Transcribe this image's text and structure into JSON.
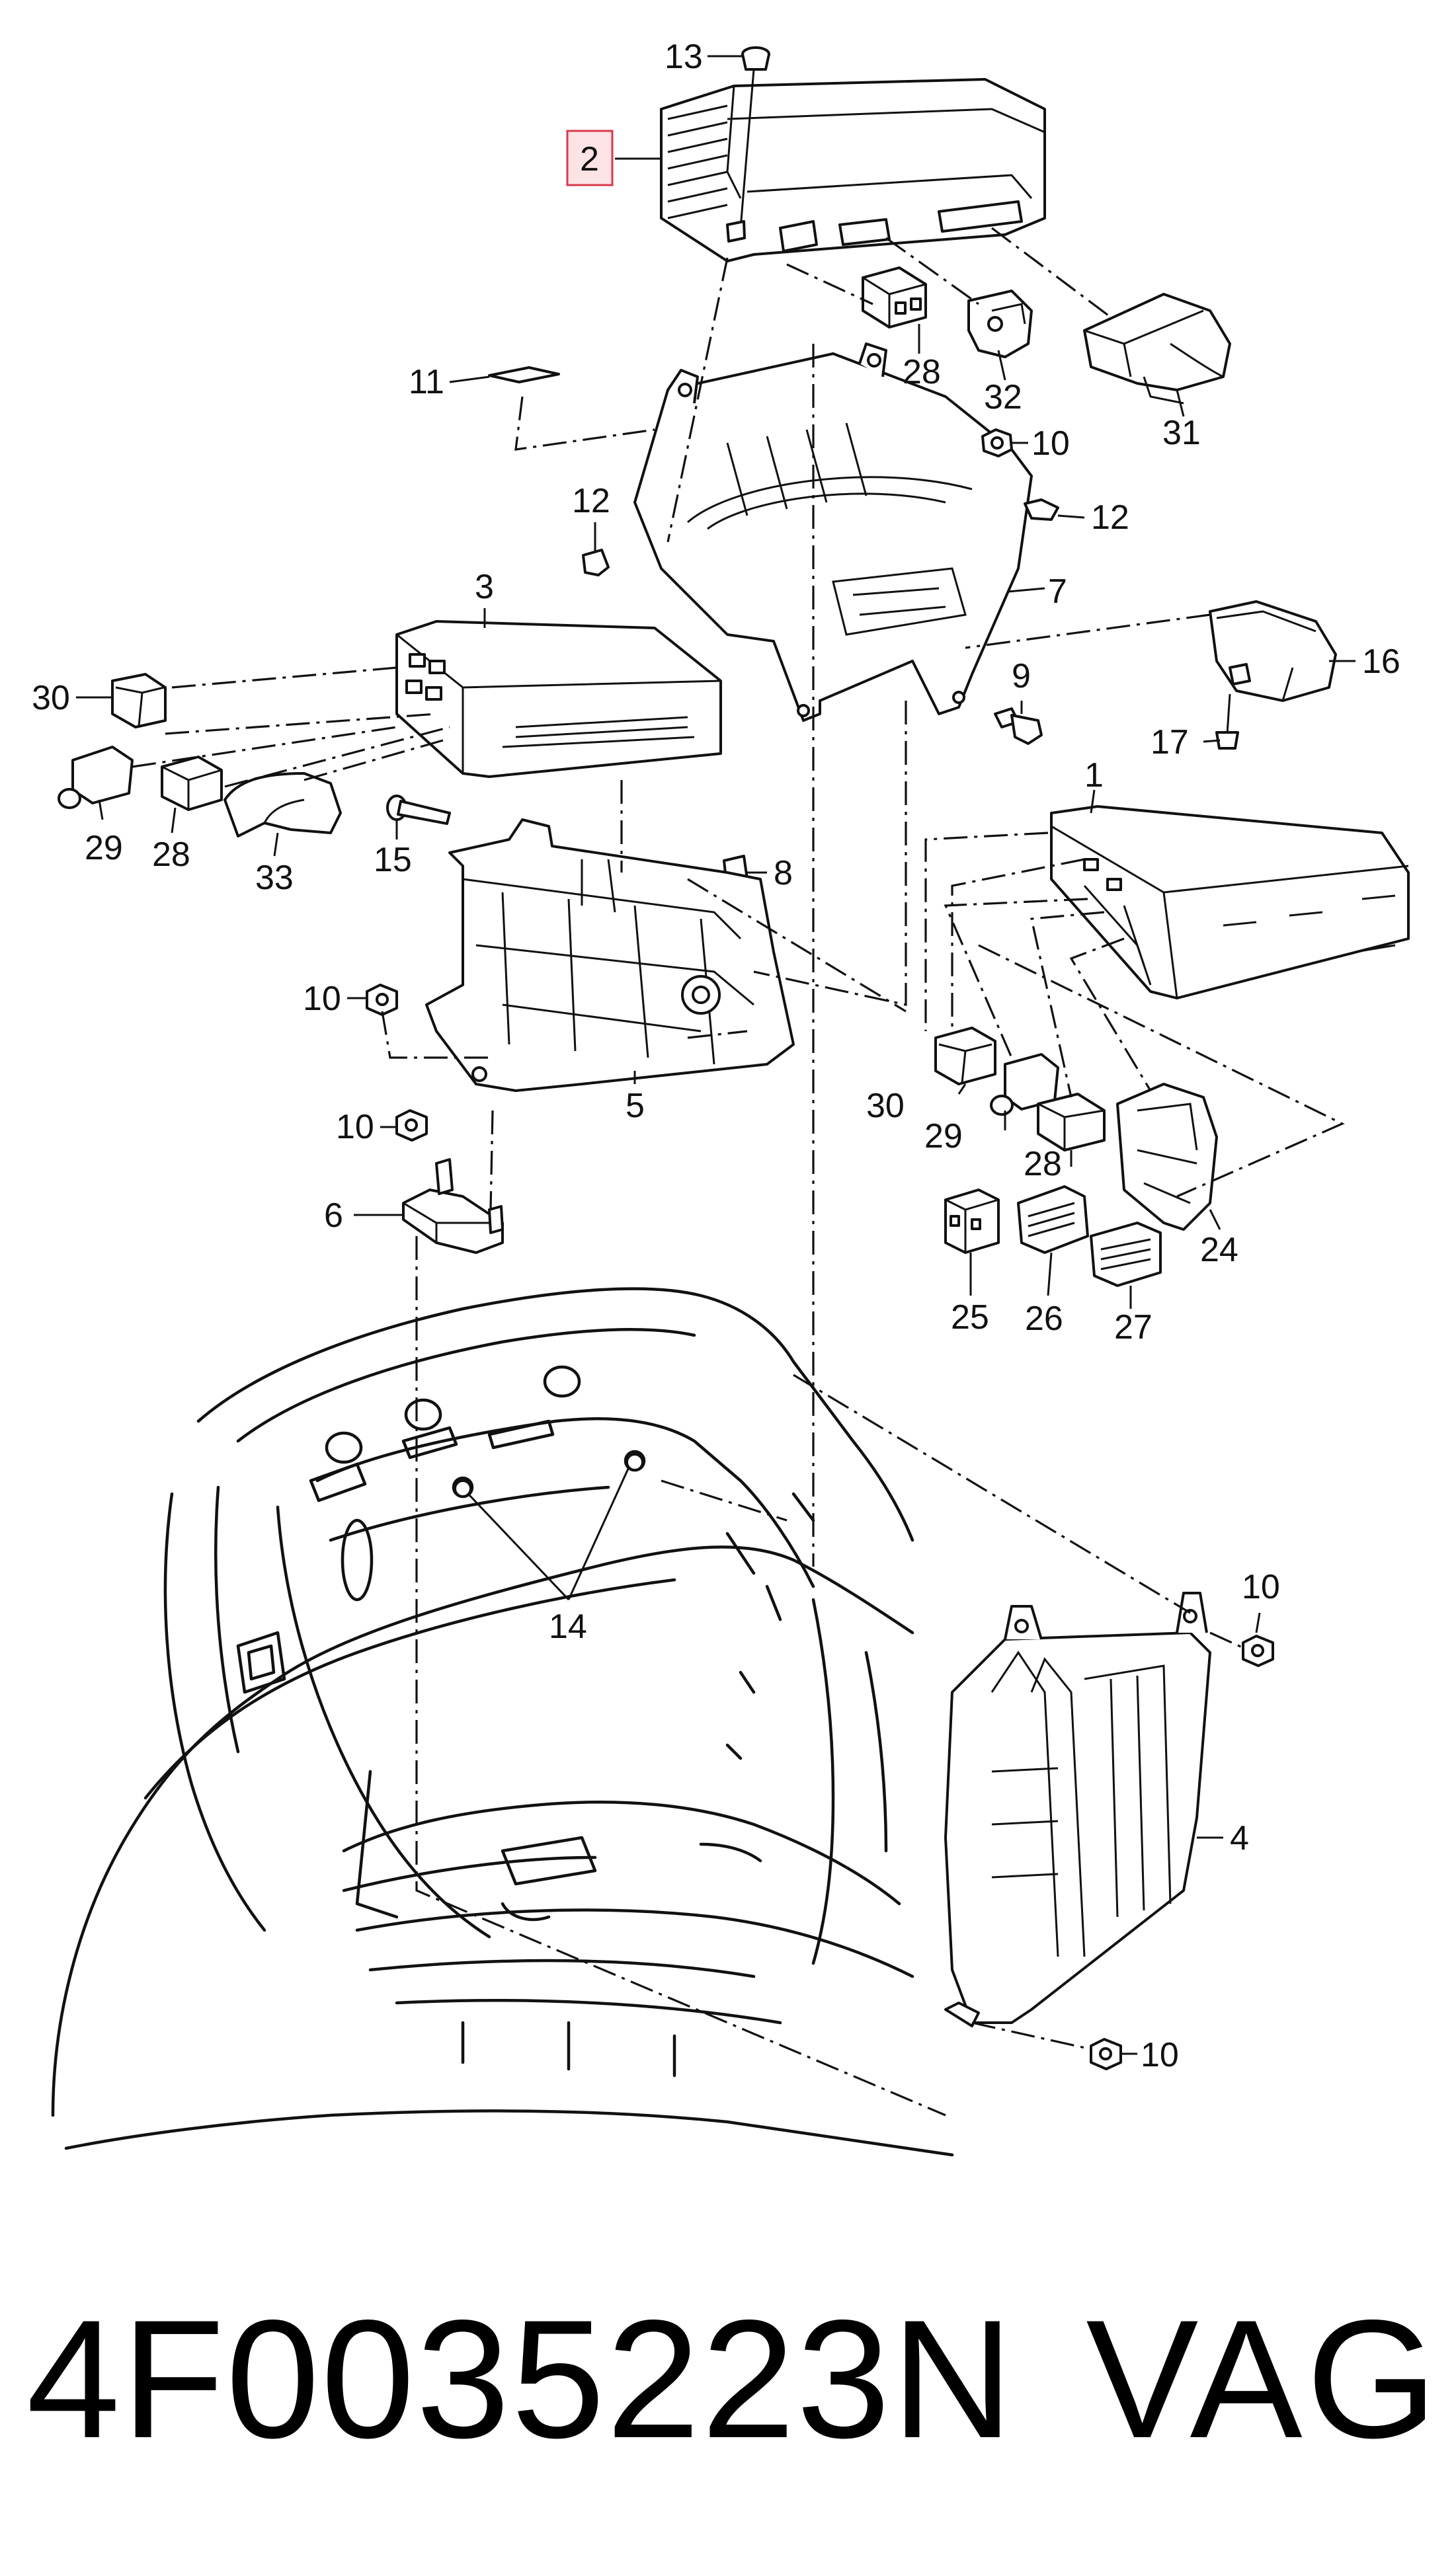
{
  "diagram": {
    "callouts": {
      "c1": "1",
      "c2": "2",
      "c3": "3",
      "c4": "4",
      "c5": "5",
      "c6": "6",
      "c7": "7",
      "c8": "8",
      "c9": "9",
      "c10a": "10",
      "c10b": "10",
      "c10c": "10",
      "c10d": "10",
      "c10e": "10",
      "c11": "11",
      "c12a": "12",
      "c12b": "12",
      "c13": "13",
      "c14": "14",
      "c15": "15",
      "c16": "16",
      "c17": "17",
      "c24": "24",
      "c25": "25",
      "c26": "26",
      "c27": "27",
      "c28a": "28",
      "c28b": "28",
      "c28c": "28",
      "c29a": "29",
      "c29b": "29",
      "c30a": "30",
      "c30b": "30",
      "c31": "31",
      "c32": "32",
      "c33": "33"
    },
    "highlighted_callout": "2",
    "highlight_color": "#d9394c"
  },
  "footer": {
    "part_number": "4F0035223N",
    "brand": "VAG"
  }
}
